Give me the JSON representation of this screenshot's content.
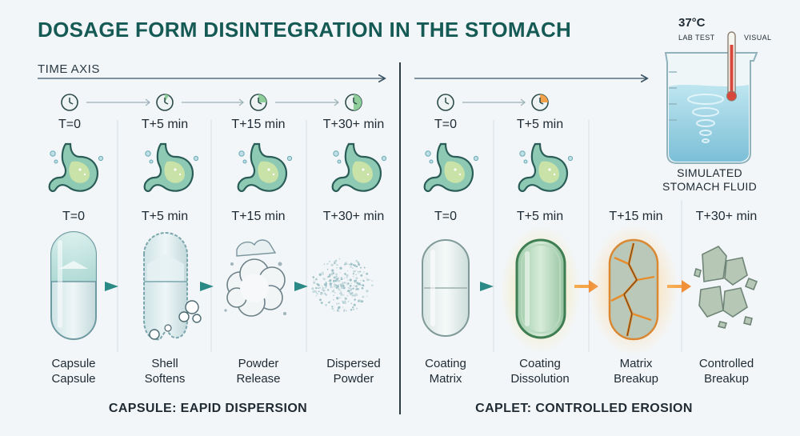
{
  "title": "DOSAGE FORM DISINTEGRATION IN THE STOMACH",
  "time_axis_label": "TIME AXIS",
  "colors": {
    "title": "#165a55",
    "capsule_arrow": "#2b8a86",
    "caplet_arrow": "#f0a040",
    "fluid": "#9fd3e2"
  },
  "capsule": {
    "timeline": [
      "T=0",
      "T+5 min",
      "T+15 min",
      "T+30+ min"
    ],
    "stages": [
      {
        "time": "T=0",
        "caption": [
          "Capsule",
          "Capsule"
        ],
        "icon": "intact-capsule-icon"
      },
      {
        "time": "T+5 min",
        "caption": [
          "Shell",
          "Softens"
        ],
        "icon": "softening-capsule-icon"
      },
      {
        "time": "T+15 min",
        "caption": [
          "Powder",
          "Release"
        ],
        "icon": "powder-cloud-icon"
      },
      {
        "time": "T+30+ min",
        "caption": [
          "Dispersed",
          "Powder"
        ],
        "icon": "dispersed-powder-icon"
      }
    ],
    "footer": "CAPSULE: EAPID DISPERSION"
  },
  "caplet": {
    "timeline": [
      "T=0",
      "T+5 min"
    ],
    "stages": [
      {
        "time": "T=0",
        "caption": [
          "Coating",
          "Matrix"
        ],
        "icon": "intact-caplet-icon"
      },
      {
        "time": "T+5 min",
        "caption": [
          "Coating",
          "Dissolution"
        ],
        "icon": "dissolving-caplet-icon"
      },
      {
        "time": "T+15 min",
        "caption": [
          "Matrix",
          "Breakup"
        ],
        "icon": "cracked-caplet-icon"
      },
      {
        "time": "T+30+ min",
        "caption": [
          "Controlled",
          "Breakup"
        ],
        "icon": "fragments-icon"
      }
    ],
    "footer": "CAPLET: CONTROLLED EROSION"
  },
  "beaker": {
    "temperature": "37°C",
    "lab_test": "LAB TEST",
    "visual": "VISUAL",
    "label": [
      "SIMULATED",
      "STOMACH FLUID"
    ]
  }
}
